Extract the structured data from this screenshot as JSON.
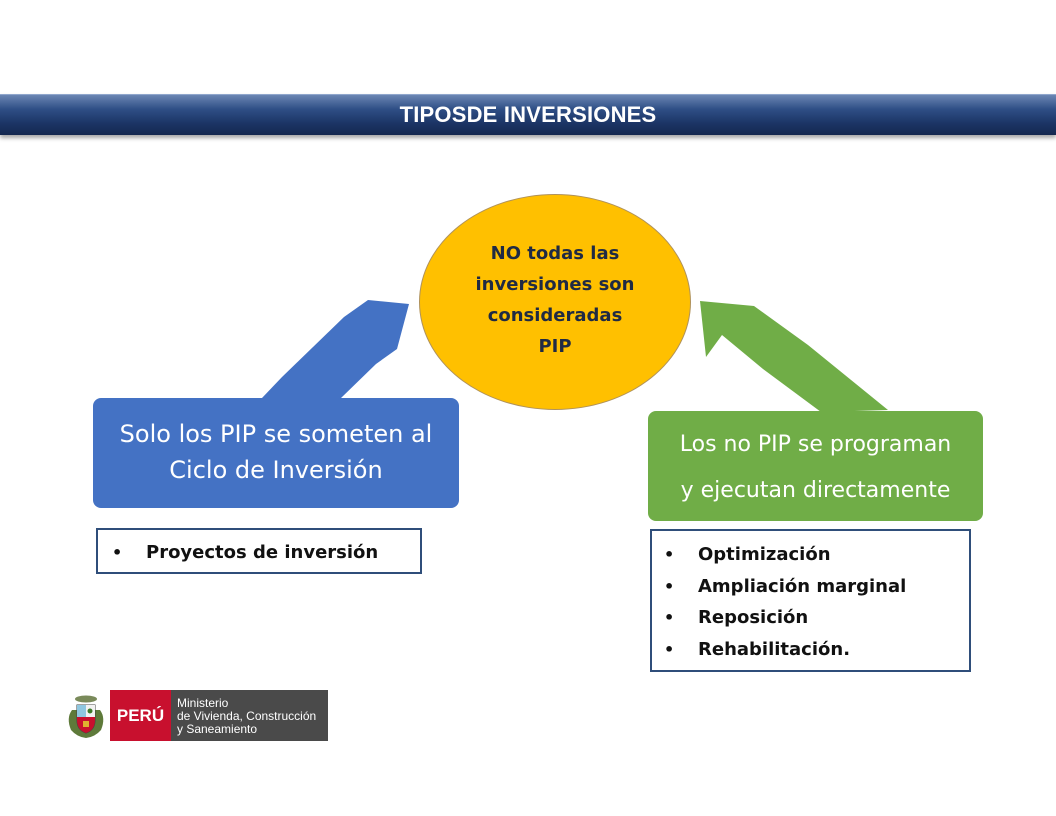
{
  "banner": {
    "title": "TIPOSDE INVERSIONES"
  },
  "center": {
    "lines": [
      "NO todas las",
      "inversiones son",
      "consideradas",
      "PIP"
    ]
  },
  "left_box": {
    "lines": [
      "Solo los PIP se someten al",
      "Ciclo de Inversión"
    ]
  },
  "right_box": {
    "lines": [
      "Los no PIP se programan",
      "y ejecutan directamente"
    ]
  },
  "left_list": {
    "items": [
      "Proyectos de inversión"
    ]
  },
  "right_list": {
    "items": [
      "Optimización",
      "Ampliación marginal",
      "Reposición",
      "Rehabilitación."
    ]
  },
  "logo": {
    "country": "PERÚ",
    "ministry_lines": [
      "Ministerio",
      "de Vivienda, Construcción",
      "y Saneamiento"
    ]
  },
  "colors": {
    "banner": "#1c3566",
    "circle": "#ffc000",
    "blue": "#4472c4",
    "green": "#70ad47",
    "list_border": "#2f4e7a",
    "logo_red": "#c8102e",
    "logo_gray": "#4a4a4a"
  },
  "icons": {
    "left_arrow": "arrow-up-right-icon",
    "right_arrow": "arrow-up-left-icon",
    "bullet": "bullet-icon",
    "emblem": "coat-of-arms-icon"
  }
}
